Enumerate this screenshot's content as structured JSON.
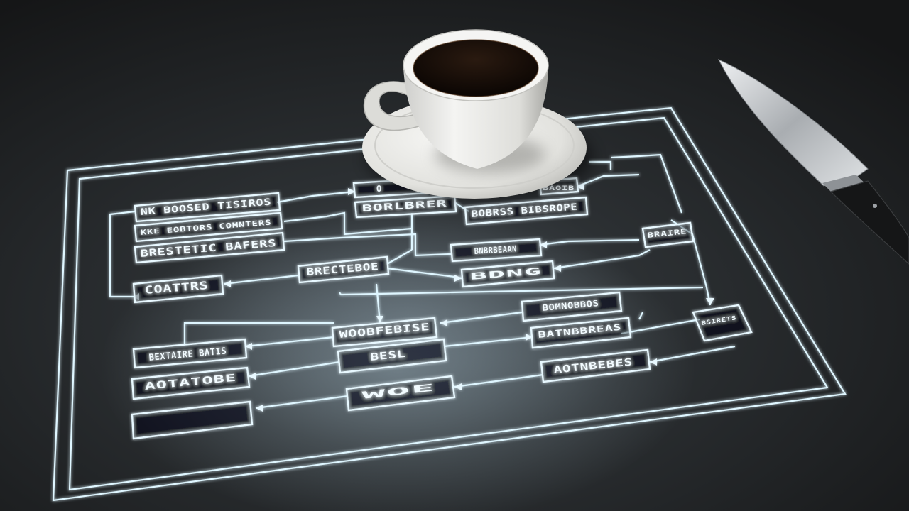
{
  "colors": {
    "table": "#1c1d1e",
    "glow": "#e8f8ff",
    "cup": "#e9e9e7",
    "coffee": "#1a0f08",
    "blade": "#c9cccf",
    "handle": "#151617"
  },
  "diagram": {
    "boxes": [
      {
        "label": "NK BOOSED TISIROS"
      },
      {
        "label": "KKE EOBTORS COMNTERS"
      },
      {
        "label": "BRESTETIC BAFERS"
      },
      {
        "label": "COATTRS"
      },
      {
        "label": "BORLBRER"
      },
      {
        "label": "BOBRSS BIBSROPE"
      },
      {
        "label": "O"
      },
      {
        "label": "BAOIB"
      },
      {
        "label": "BRECTEBOE"
      },
      {
        "label": "BNBRBEAAN"
      },
      {
        "label": "BDNG"
      },
      {
        "label": "BRAIRE"
      },
      {
        "label": "BOMNOBBOS"
      },
      {
        "label": "WOOBFEBISE"
      },
      {
        "label": "BATNBBREAS"
      },
      {
        "label": "BESL"
      },
      {
        "label": "AOTNBEBES"
      },
      {
        "label": "BSIRETS"
      },
      {
        "label": "BEXTAIRE BATIS"
      },
      {
        "label": "AOTATOBE"
      },
      {
        "label": "WOE"
      }
    ]
  }
}
